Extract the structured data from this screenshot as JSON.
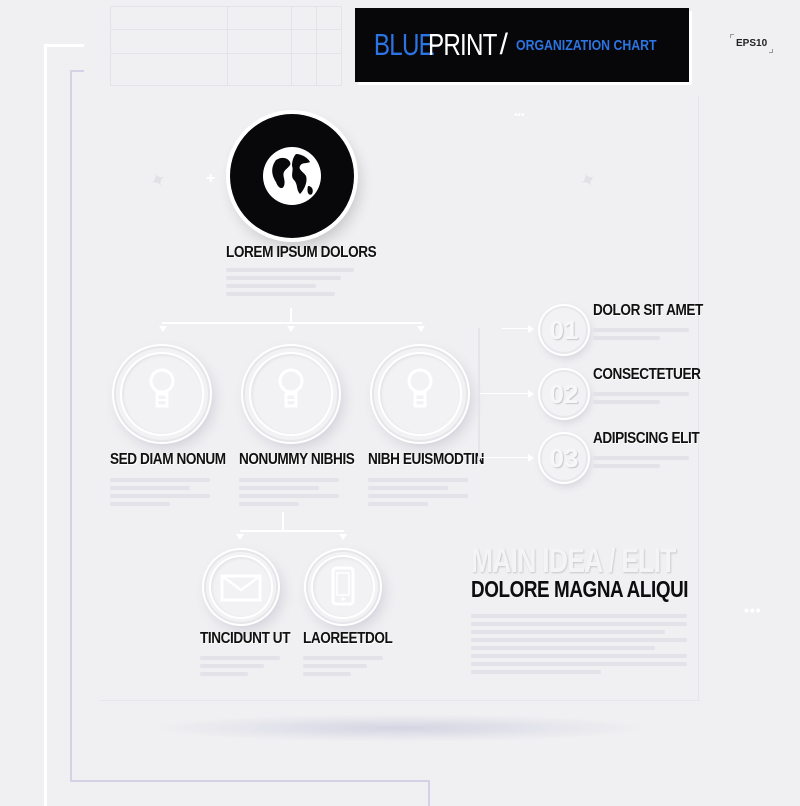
{
  "header": {
    "title_part1": "BLUE",
    "title_part2": "PRINT",
    "separator": "/",
    "subtitle": "ORGANIZATION CHART",
    "badge": "EPS10"
  },
  "root": {
    "icon": "globe-icon",
    "label": "LOREM IPSUM DOLORS"
  },
  "level2": [
    {
      "icon": "lightbulb-icon",
      "label": "SED DIAM NONUM"
    },
    {
      "icon": "lightbulb-icon",
      "label": "NONUMMY NIBHIS"
    },
    {
      "icon": "lightbulb-icon",
      "label": "NIBH EUISMODTIN"
    }
  ],
  "level3": [
    {
      "icon": "envelope-icon",
      "label": "TINCIDUNT UT"
    },
    {
      "icon": "tablet-icon",
      "label": "LAOREETDOL"
    }
  ],
  "steps": [
    {
      "number": "01",
      "label": "DOLOR SIT AMET"
    },
    {
      "number": "02",
      "label": "CONSECTETUER"
    },
    {
      "number": "03",
      "label": "ADIPISCING ELIT"
    }
  ],
  "main_idea": {
    "title": "MAIN IDEA / ELIT",
    "subtitle": "DOLORE MAGNA ALIQUI"
  },
  "colors": {
    "accent": "#2c74e4",
    "banner_bg": "#07070a",
    "background": "#f0f0f2"
  }
}
